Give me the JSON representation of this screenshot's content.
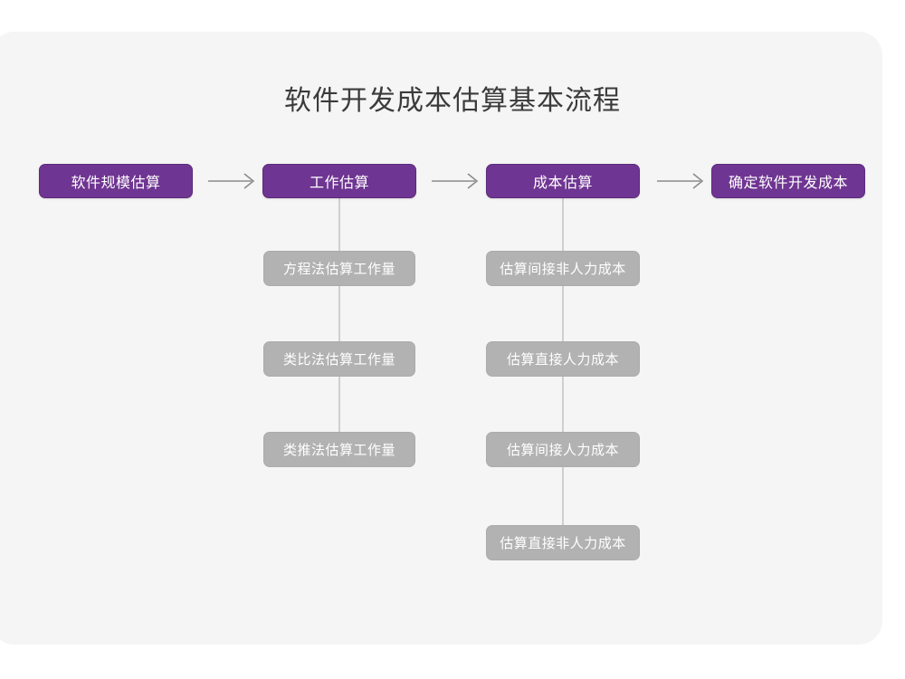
{
  "card": {
    "background_color": "#f5f5f5"
  },
  "colors": {
    "primary": "#6f3592",
    "primary_border": "#5d2b7c",
    "sub": "#b2b2b2",
    "sub_border": "#ababab",
    "connector": "#cfcfcf",
    "arrow": "#8c8c8c",
    "title_text": "#3b3b3b",
    "node_text": "#ffffff"
  },
  "diagram": {
    "title": "软件开发成本估算基本流程",
    "stages": [
      {
        "id": "size-estimation",
        "label": "软件规模估算",
        "substeps": []
      },
      {
        "id": "effort-estimation",
        "label": "工作估算",
        "substeps": [
          {
            "label": "方程法估算工作量"
          },
          {
            "label": "类比法估算工作量"
          },
          {
            "label": "类推法估算工作量"
          }
        ]
      },
      {
        "id": "cost-estimation",
        "label": "成本估算",
        "substeps": [
          {
            "label": "估算间接非人力成本"
          },
          {
            "label": "估算直接人力成本"
          },
          {
            "label": "估算间接人力成本"
          },
          {
            "label": "估算直接非人力成本"
          }
        ]
      },
      {
        "id": "final-cost",
        "label": "确定软件开发成本",
        "substeps": []
      }
    ],
    "connectors": [
      {
        "from": "size-estimation",
        "to": "effort-estimation",
        "type": "arrow-right"
      },
      {
        "from": "effort-estimation",
        "to": "cost-estimation",
        "type": "arrow-right"
      },
      {
        "from": "cost-estimation",
        "to": "final-cost",
        "type": "arrow-right"
      }
    ]
  }
}
